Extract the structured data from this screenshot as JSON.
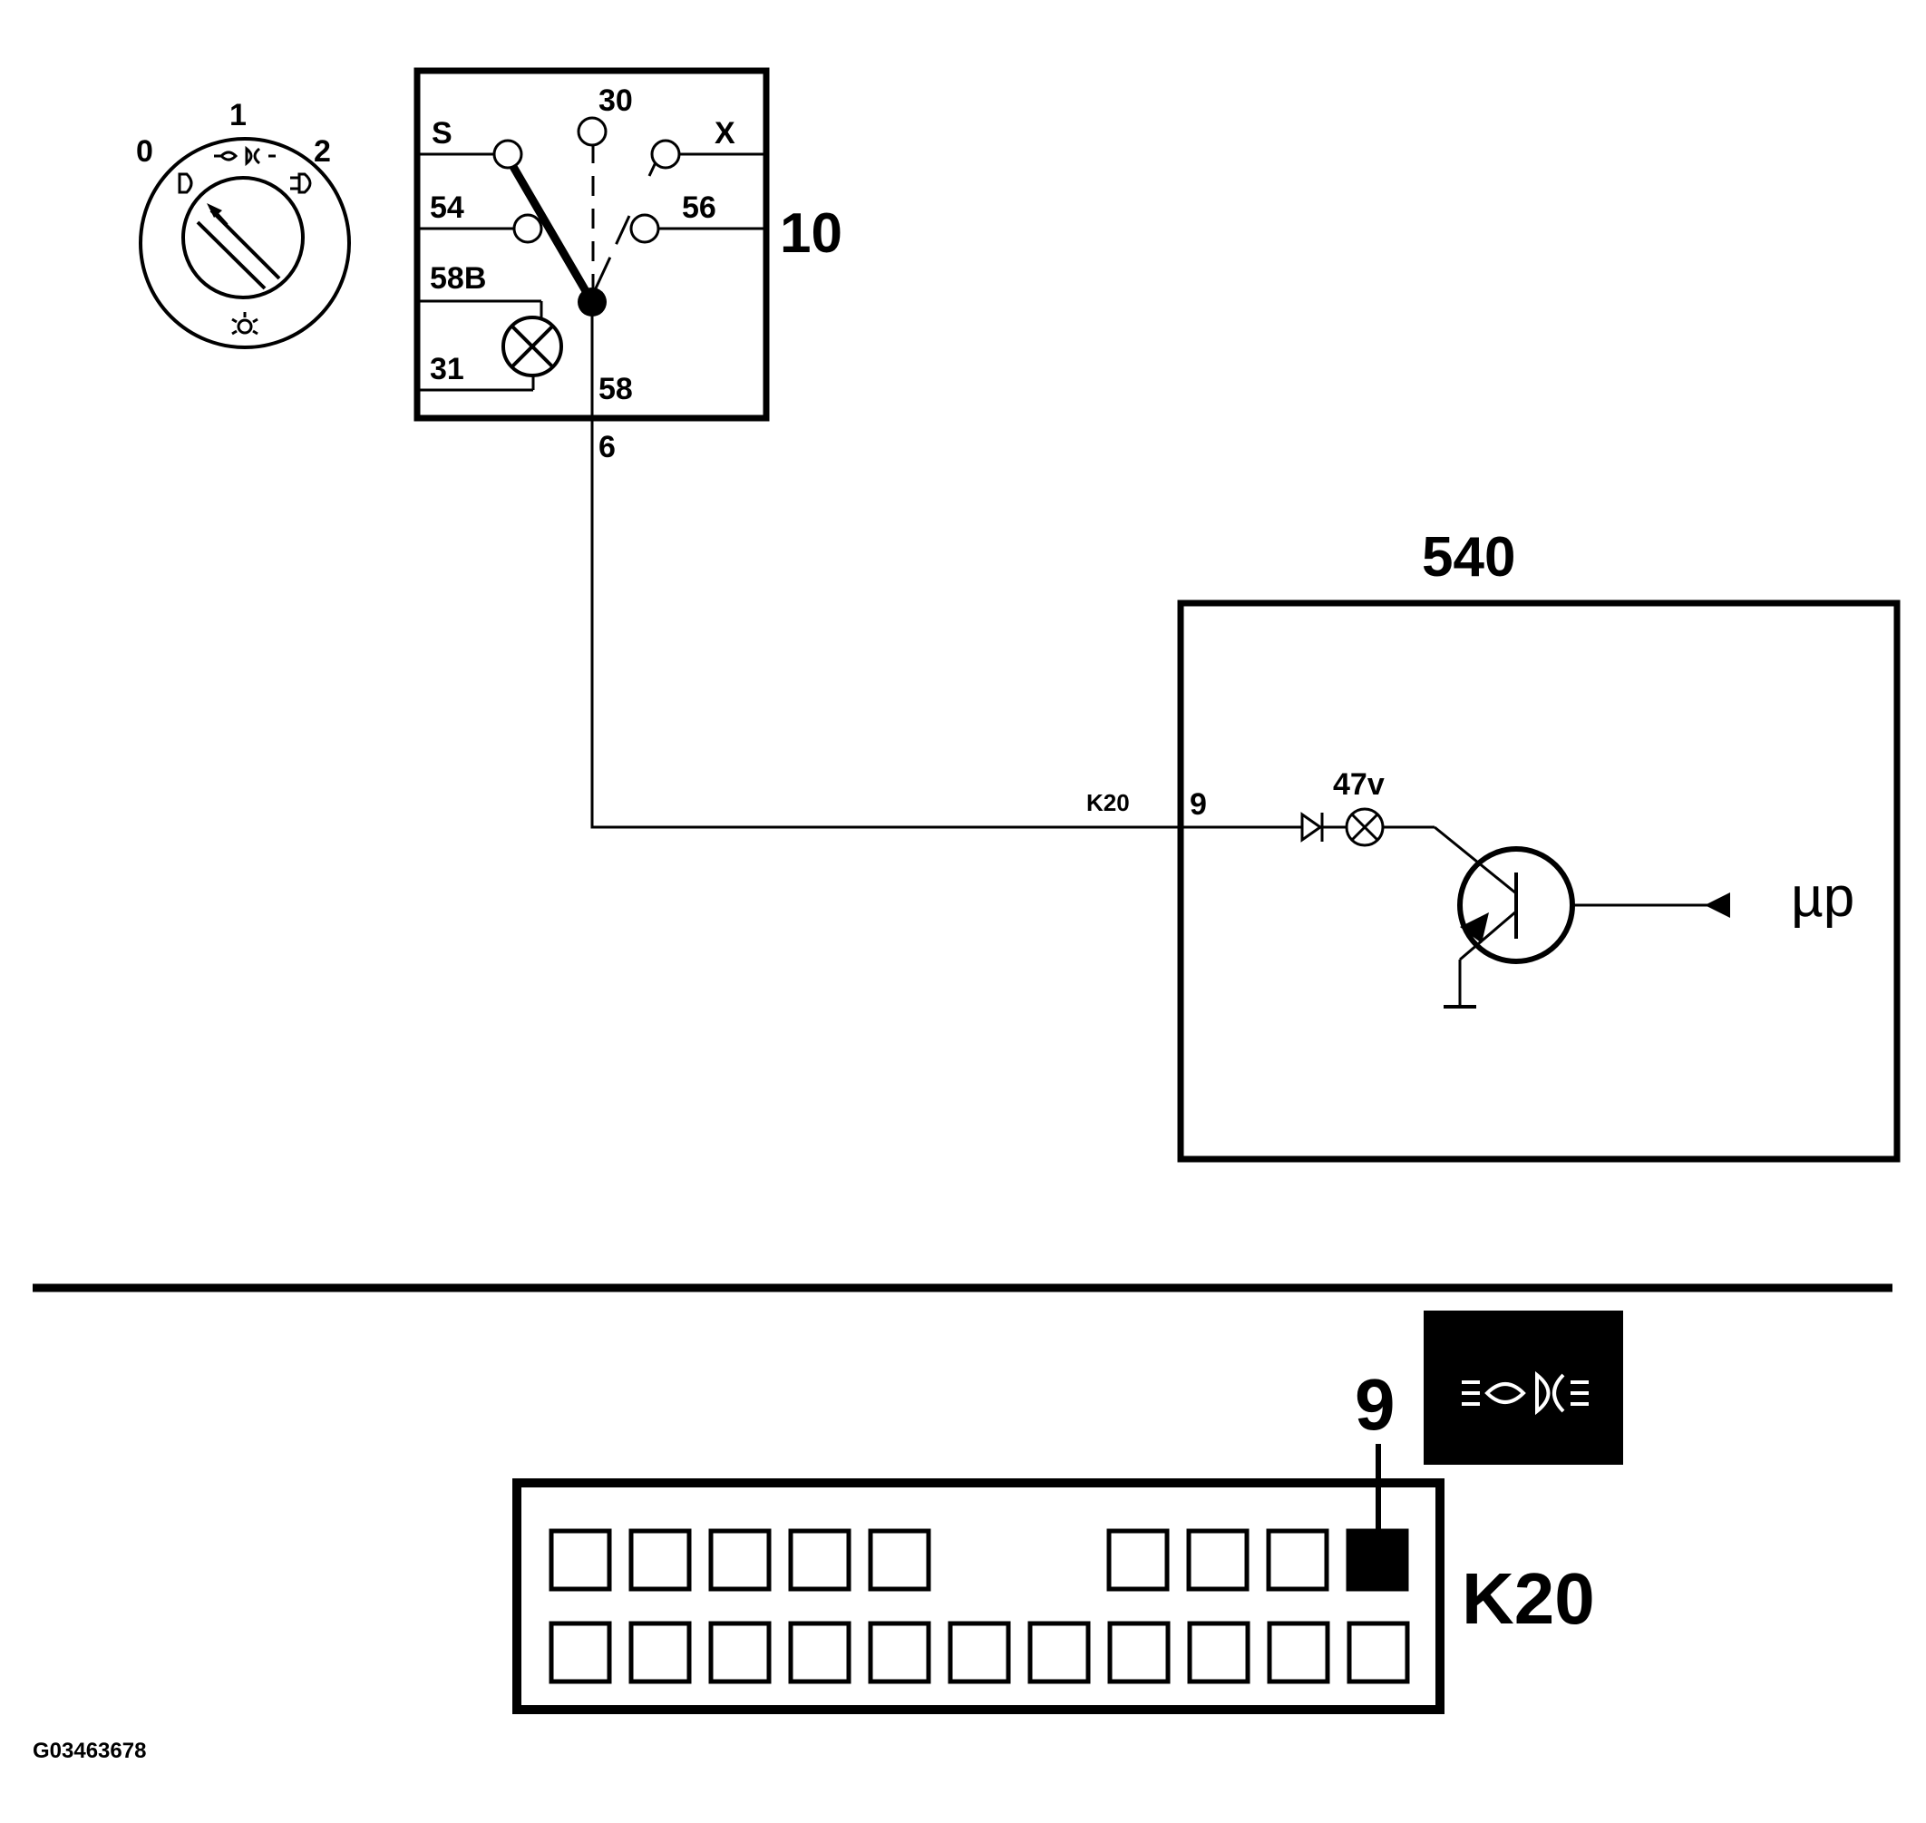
{
  "diagram_id": "G03463678",
  "light_switch": {
    "positions": [
      "0",
      "1",
      "2"
    ],
    "component_number": "10",
    "terminals": {
      "t30": "30",
      "s": "S",
      "x": "X",
      "t54": "54",
      "t56": "56",
      "t58b": "58B",
      "t31": "31",
      "t58": "58"
    },
    "output_pin": "6"
  },
  "module": {
    "number": "540",
    "connector_ref": "K20",
    "pin": "9",
    "lamp_rating": "47v",
    "control_input": "µp"
  },
  "connector_view": {
    "name": "K20",
    "highlighted_pin": "9",
    "top_row_pins": 9,
    "bottom_row_pins": 11,
    "indicator_icon": "parking-light-icon"
  }
}
